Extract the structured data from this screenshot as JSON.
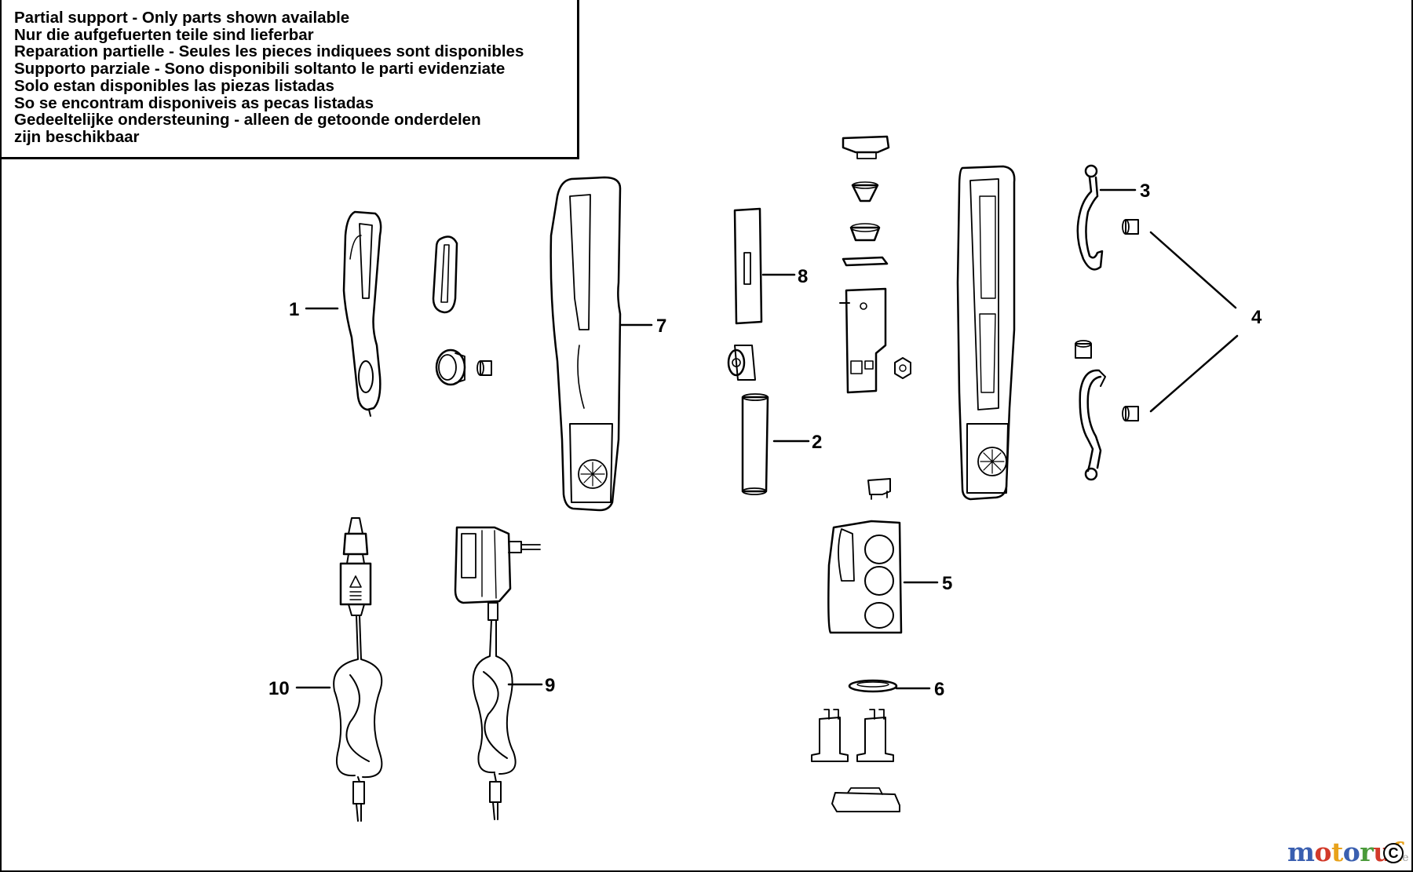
{
  "notice": {
    "lines": [
      "Partial support - Only parts shown available",
      "Nur die aufgefuerten teile sind lieferbar",
      "Reparation partielle - Seules les pieces indiquees sont disponibles",
      "Supporto parziale - Sono disponibili soltanto le parti evidenziate",
      "Solo estan disponibles las piezas listadas",
      "So se encontram disponiveis as pecas listadas",
      "Gedeeltelijke ondersteuning - alleen de getoonde onderdelen",
      "zijn beschikbaar"
    ]
  },
  "callouts": {
    "c1": "1",
    "c2": "2",
    "c3": "3",
    "c4": "4",
    "c5": "5",
    "c6": "6",
    "c7": "7",
    "c8": "8",
    "c9": "9",
    "c10": "10"
  },
  "watermark": {
    "letters": [
      "m",
      "o",
      "t",
      "o",
      "r",
      "u",
      "f"
    ],
    "colors": [
      "#3a5fb0",
      "#d23a2a",
      "#e8a21b",
      "#3a5fb0",
      "#4a9a3a",
      "#d23a2a",
      "#e8a21b"
    ],
    "suffix": "e",
    "badge": "C"
  }
}
